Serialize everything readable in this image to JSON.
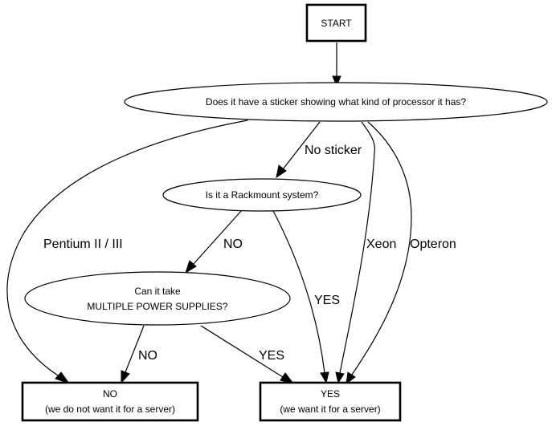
{
  "diagram": {
    "type": "flowchart",
    "nodes": {
      "start": {
        "label": "START",
        "shape": "box"
      },
      "sticker": {
        "label": "Does it have a sticker showing what kind of processor it has?",
        "shape": "ellipse"
      },
      "rackmount": {
        "label": "Is it a Rackmount system?",
        "shape": "ellipse"
      },
      "power": {
        "line1": "Can it take",
        "line2": "MULTIPLE POWER SUPPLIES?",
        "shape": "ellipse"
      },
      "no": {
        "line1": "NO",
        "line2": "(we do not want it for a server)",
        "shape": "box"
      },
      "yes": {
        "line1": "YES",
        "line2": "(we want it for a server)",
        "shape": "box"
      }
    },
    "edges": [
      {
        "from": "start",
        "to": "sticker",
        "label": ""
      },
      {
        "from": "sticker",
        "to": "rackmount",
        "label": "No sticker"
      },
      {
        "from": "sticker",
        "to": "no",
        "label": "Pentium II / III"
      },
      {
        "from": "sticker",
        "to": "yes",
        "label": "Xeon"
      },
      {
        "from": "sticker",
        "to": "yes",
        "label": "Opteron"
      },
      {
        "from": "rackmount",
        "to": "power",
        "label": "NO"
      },
      {
        "from": "rackmount",
        "to": "yes",
        "label": "YES"
      },
      {
        "from": "power",
        "to": "no",
        "label": "NO"
      },
      {
        "from": "power",
        "to": "yes",
        "label": "YES"
      }
    ]
  }
}
